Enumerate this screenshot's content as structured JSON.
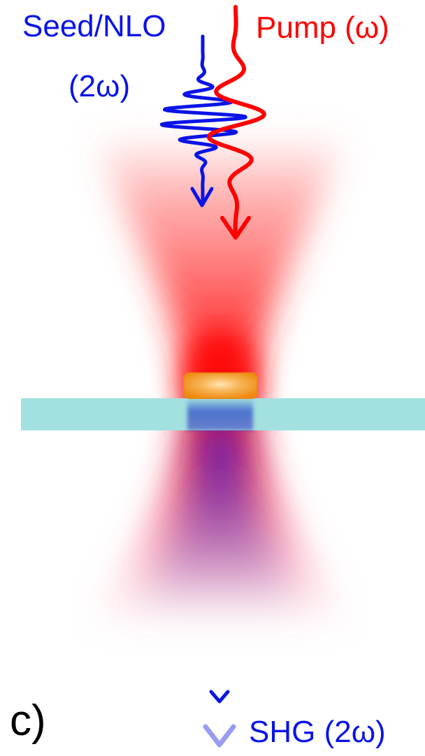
{
  "labels": {
    "seed": "Seed/NLO",
    "seed_freq": "(2ω)",
    "pump": "Pump (ω)",
    "panel": "c)",
    "shg": "SHG (2ω)"
  },
  "colors": {
    "seed": "#0a14e6",
    "pump": "#ff0000",
    "beam": "#ff1a1a",
    "shg_beam": "#6a0fb0",
    "substrate": "#a3e0e0",
    "particle": "#f29a1e",
    "text": "#000000",
    "shg_arrow_light": "#9a9cf0"
  }
}
